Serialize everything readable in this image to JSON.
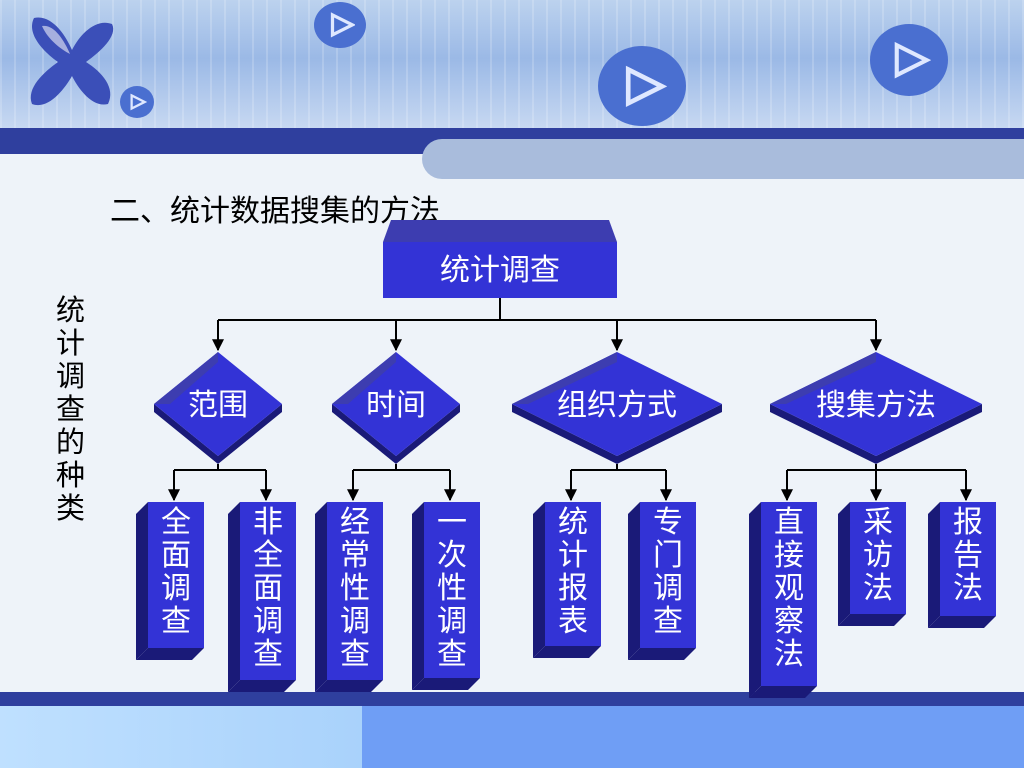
{
  "title": "二、统计数据搜集的方法",
  "side_label": "统计调查的种类",
  "root": {
    "label": "统计调查"
  },
  "categories": [
    {
      "label": "范围",
      "items": [
        "全面调查",
        "非全面调查"
      ]
    },
    {
      "label": "时间",
      "items": [
        "经常性调查",
        "一次性调查"
      ]
    },
    {
      "label": "组织方式",
      "items": [
        "统计报表",
        "专门调查"
      ]
    },
    {
      "label": "搜集方法",
      "items": [
        "直接观察法",
        "采访法",
        "报告法"
      ]
    }
  ],
  "colors": {
    "box_face": "#3333d6",
    "box_top": "#3d3db0",
    "box_side": "#1a1a78",
    "band": "#2f3f9e",
    "connector": "#000000"
  }
}
